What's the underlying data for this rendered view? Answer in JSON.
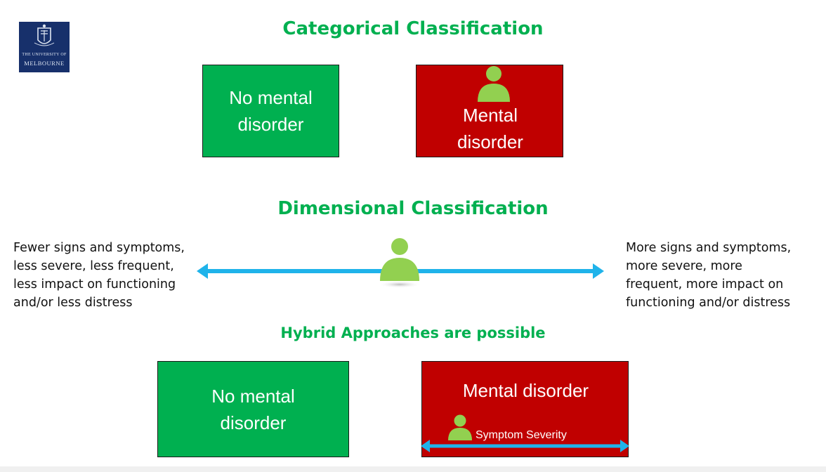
{
  "logo": {
    "line1": "THE UNIVERSITY OF",
    "line2": "MELBOURNE"
  },
  "categorical": {
    "title": "Categorical Classification",
    "no_disorder_label": "No mental disorder",
    "disorder_label": "Mental disorder"
  },
  "dimensional": {
    "title": "Dimensional Classification",
    "left_text": "Fewer signs and symptoms,\nless severe, less frequent,\nless impact on functioning\nand/or less distress",
    "right_text": "More signs and symptoms,\nmore severe, more\nfrequent, more impact on\nfunctioning and/or distress"
  },
  "hybrid": {
    "title": "Hybrid Approaches are possible",
    "no_disorder_label": "No mental disorder",
    "disorder_label": "Mental disorder",
    "severity_label": "Symptom Severity"
  },
  "colors": {
    "heading_green": "#00b050",
    "box_green": "#00b050",
    "box_red": "#c00000",
    "arrow_blue": "#1fb3ea",
    "person_green": "#92d050",
    "logo_navy": "#17306b"
  },
  "icons": [
    "university-crest-icon",
    "person-icon",
    "double-arrow-icon"
  ]
}
